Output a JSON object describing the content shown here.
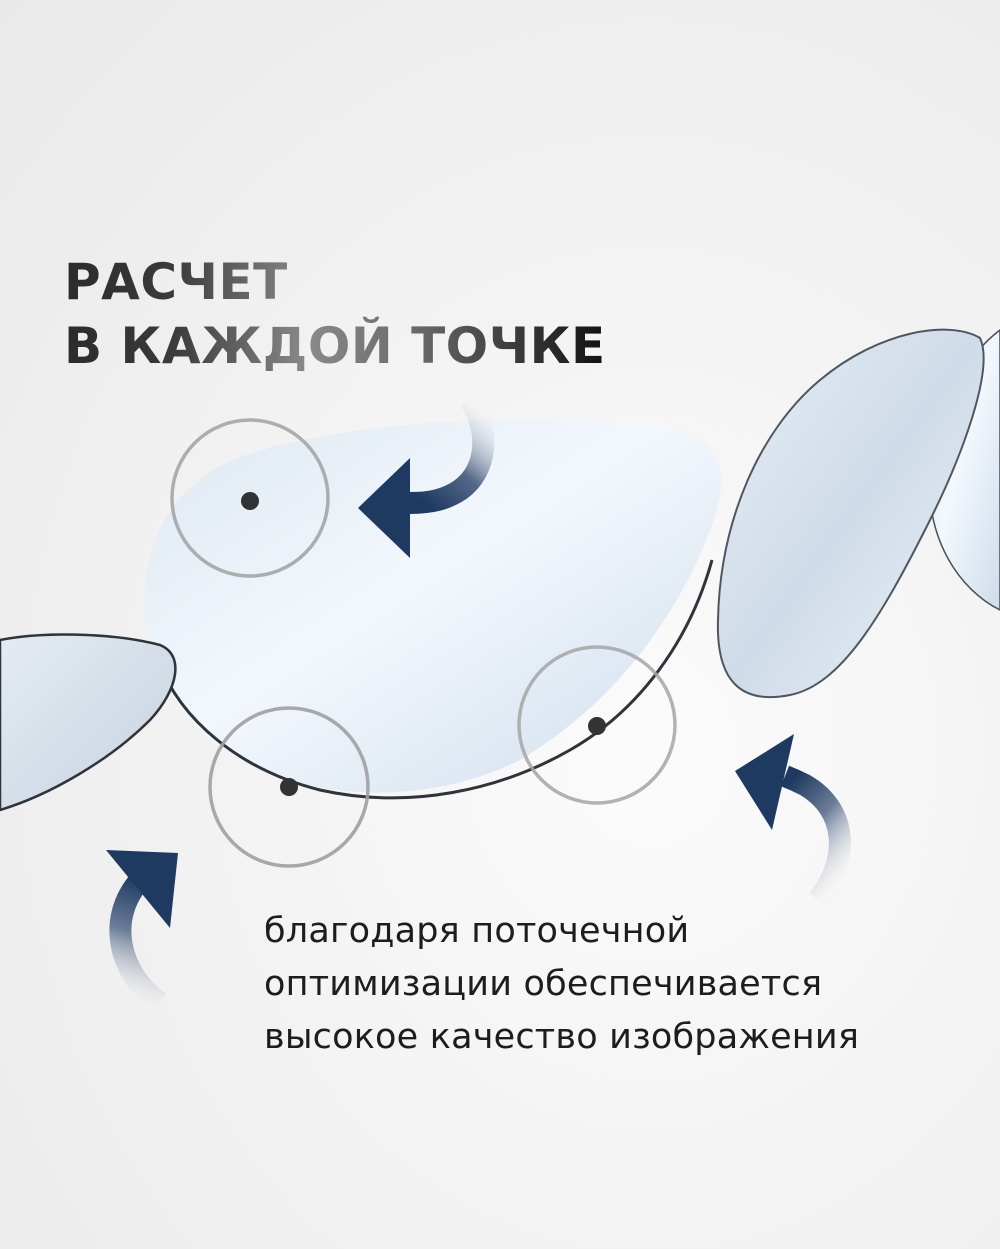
{
  "heading": {
    "line1": "РАСЧЕТ",
    "line2": "В КАЖДОЙ ТОЧКЕ"
  },
  "caption": {
    "line1": "благодаря поточечной",
    "line2": "оптимизации обеспечивается",
    "line3": "высокое качество изображения"
  },
  "colors": {
    "background": "#f1f1f1",
    "lens_fill": "#dfe9f3",
    "lens_edge": "#3a3f48",
    "arrow_dark": "#1f3a60",
    "ring": "#9e9e9e",
    "dot": "#333333",
    "text": "#1d1d1d"
  },
  "icons": {
    "arrows": [
      "curved-arrow-down-left",
      "curved-arrow-up-right",
      "curved-arrow-up-left"
    ],
    "markers": [
      "point-marker-top-left",
      "point-marker-bottom-left",
      "point-marker-bottom-right"
    ]
  }
}
